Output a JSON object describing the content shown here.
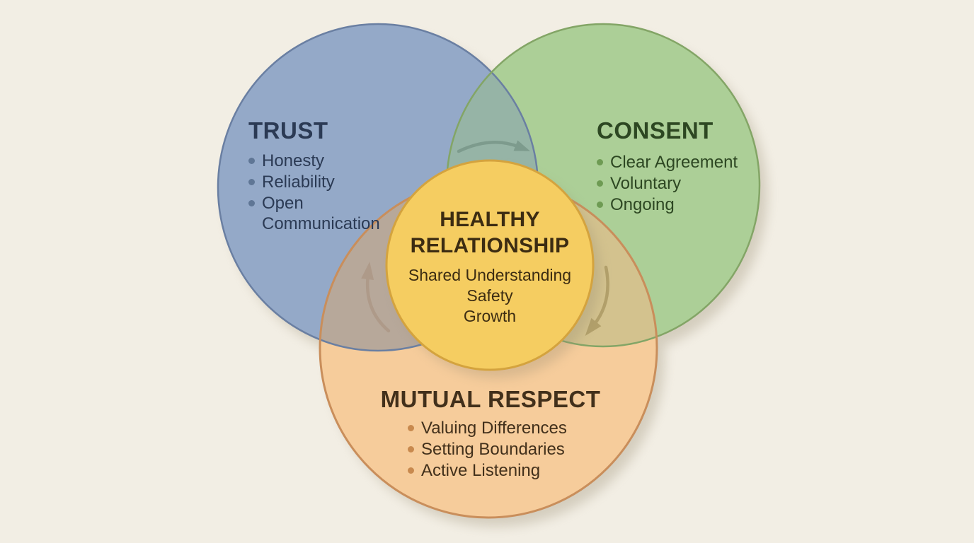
{
  "page": {
    "background": "#f2eee4",
    "shadow_color": "#968a70"
  },
  "diagram": {
    "type": "venn",
    "trust": {
      "label": "TRUST",
      "items": [
        "Honesty",
        "Reliability",
        "Open Communication"
      ],
      "fill": "#94a9c8",
      "stroke": "#6a7fa2",
      "text_color": "#2b3a54",
      "bullet_color": "#5f7695"
    },
    "consent": {
      "label": "CONSENT",
      "items": [
        "Clear Agreement",
        "Voluntary",
        "Ongoing"
      ],
      "fill": "#accf97",
      "stroke": "#83a566",
      "text_color": "#2d4722",
      "bullet_color": "#6e9b53"
    },
    "mutual_respect": {
      "label": "MUTUAL RESPECT",
      "items": [
        "Valuing Differences",
        "Setting Boundaries",
        "Active Listening"
      ],
      "fill": "#f6cc9b",
      "stroke": "#c98e5b",
      "text_color": "#42301b",
      "bullet_color": "#c8894e"
    },
    "center": {
      "label": "HEALTHY RELATIONSHIP",
      "items": [
        "Shared Understanding",
        "Safety",
        "Growth"
      ],
      "fill": "#f5cd61",
      "stroke": "#d4a33e",
      "text_color": "#3c2c12"
    },
    "overlaps": {
      "trust_consent": "#96b4a6",
      "trust_respect": "#b7a89a",
      "consent_respect": "#d3c28e"
    },
    "arrows": {
      "trust_to_consent": "#7d9b8d",
      "consent_to_respect": "#b2a06a",
      "respect_to_trust": "#ae9a89"
    }
  }
}
